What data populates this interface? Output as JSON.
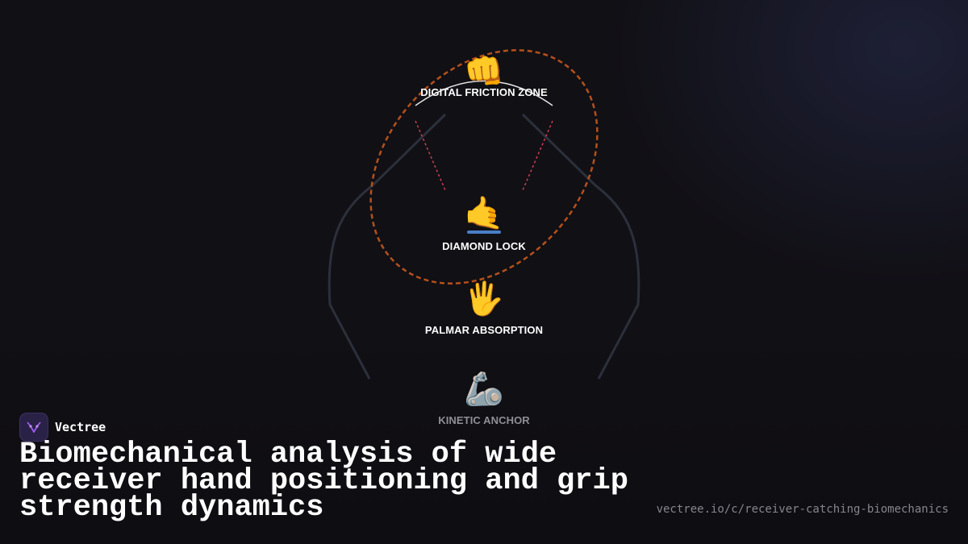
{
  "nodes": [
    {
      "emoji": "👊",
      "label": "DIGITAL FRICTION ZONE"
    },
    {
      "emoji": "🤙",
      "label": "DIAMOND LOCK"
    },
    {
      "emoji": "🖐",
      "label": "PALMAR ABSORPTION"
    },
    {
      "emoji": "🦾",
      "label": "KINETIC ANCHOR"
    }
  ],
  "brand": {
    "name": "Vectree",
    "logo_icon": "vectree-logo-icon"
  },
  "title": "Biomechanical analysis of wide receiver hand positioning and grip strength dynamics",
  "url": "vectree.io/c/receiver-catching-biomechanics",
  "colors": {
    "background": "#111015",
    "outline": "#2b303b",
    "ellipse": "#b4501c",
    "dotted_lines": "#c9404f",
    "accent_bar": "#4a7fc7",
    "arc": "#e6e6e6"
  }
}
